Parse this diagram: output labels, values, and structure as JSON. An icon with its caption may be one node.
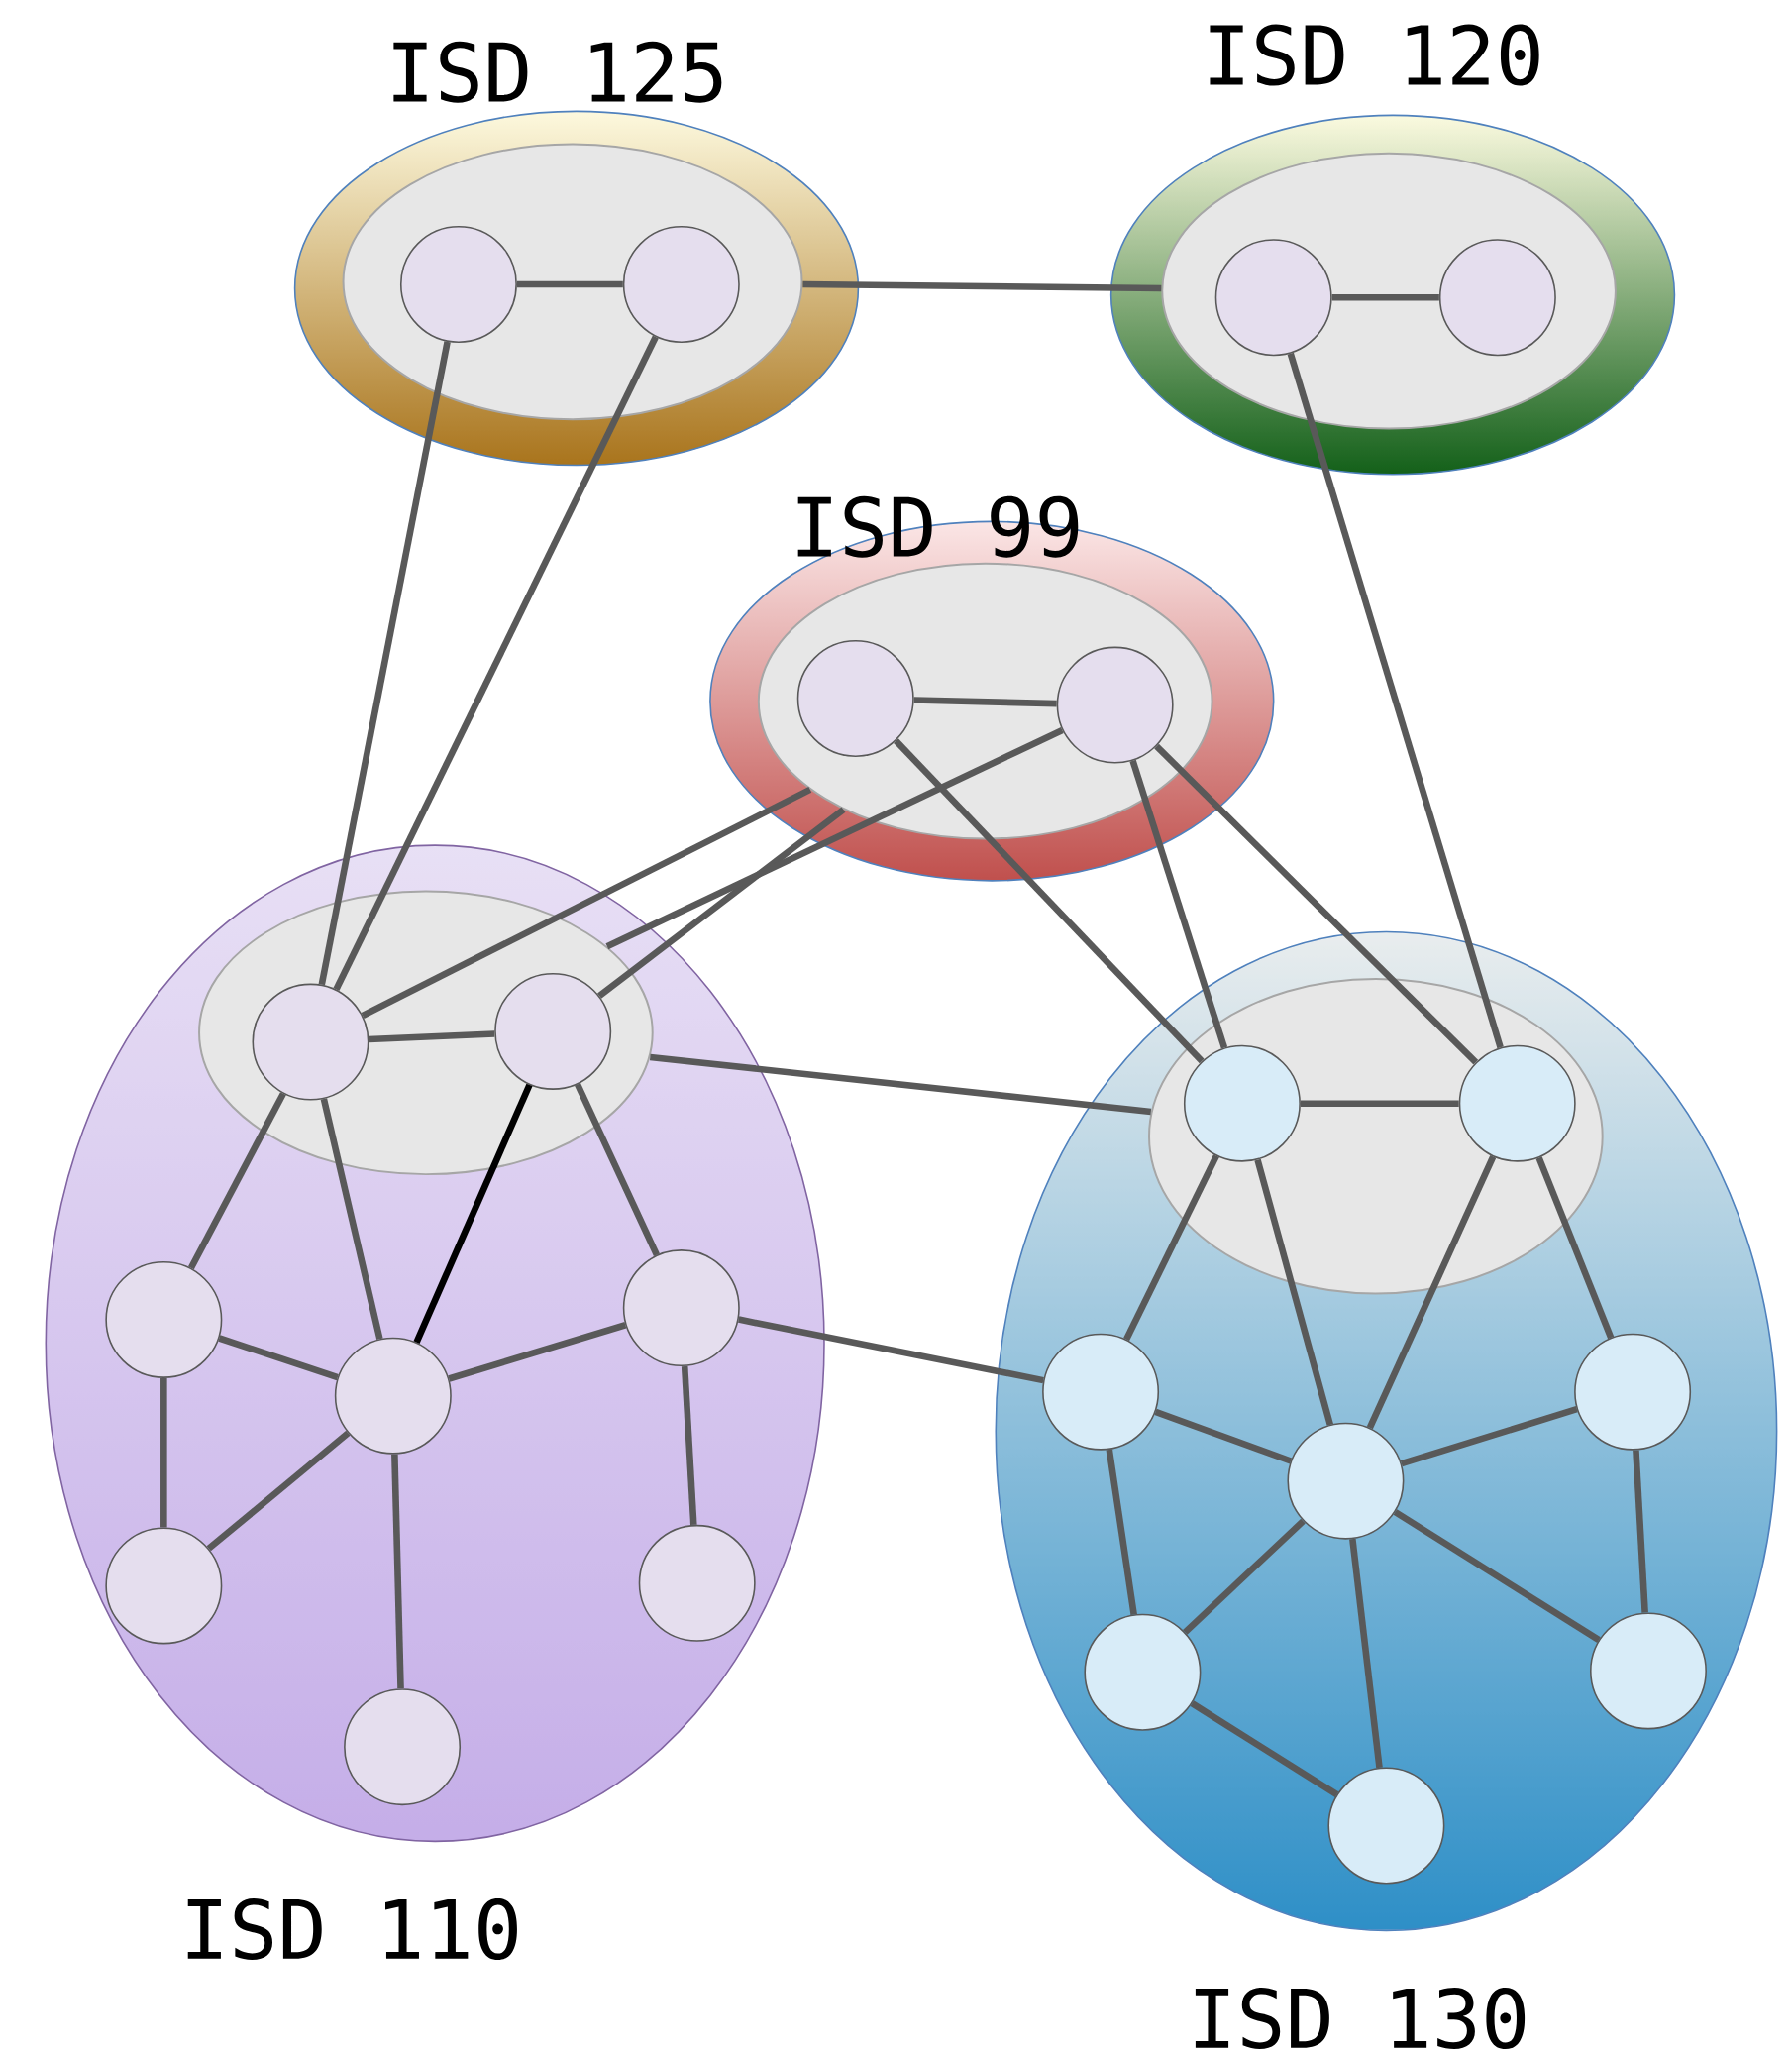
{
  "diagram": {
    "nodes": [
      {
        "text": [
          "ISD 125"
        ]
      },
      {
        "text": [],
        "shape": "ellipse",
        "in": 0
      },
      {
        "text": [],
        "shape": "circle",
        "in": 1
      },
      {
        "text": [],
        "shape": "circle",
        "in": 1
      },
      {
        "text": [
          "ISD 120"
        ]
      },
      {
        "text": [],
        "shape": "ellipse",
        "in": 4
      },
      {
        "text": [],
        "shape": "circle",
        "in": 5
      },
      {
        "text": [],
        "shape": "circle",
        "in": 5
      },
      {
        "text": [
          "ISD 99"
        ]
      },
      {
        "text": [],
        "shape": "ellipse",
        "in": 8
      },
      {
        "text": [],
        "shape": "circle",
        "in": 9
      },
      {
        "text": [],
        "shape": "circle",
        "in": 9
      },
      {
        "text": [
          "ISD 110"
        ]
      },
      {
        "text": [],
        "shape": "ellipse",
        "in": 12
      },
      {
        "text": [],
        "shape": "circle",
        "in": 13
      },
      {
        "text": [],
        "shape": "circle",
        "in": 13
      },
      {
        "text": [],
        "shape": "circle",
        "in": 12
      },
      {
        "text": [],
        "shape": "circle",
        "in": 12
      },
      {
        "text": [],
        "shape": "circle",
        "in": 12
      },
      {
        "text": [],
        "shape": "circle",
        "in": 12
      },
      {
        "text": [],
        "shape": "circle",
        "in": 12
      },
      {
        "text": [],
        "shape": "circle",
        "in": 12
      },
      {
        "text": [
          "ISD 130"
        ]
      },
      {
        "text": [],
        "shape": "ellipse",
        "in": 22
      },
      {
        "text": [],
        "shape": "circle",
        "in": 23
      },
      {
        "text": [],
        "shape": "circle",
        "in": 23
      },
      {
        "text": [],
        "shape": "circle",
        "in": 22
      },
      {
        "text": [],
        "shape": "circle",
        "in": 22
      },
      {
        "text": [],
        "shape": "circle",
        "in": 22
      },
      {
        "text": [],
        "shape": "circle",
        "in": 22
      },
      {
        "text": [],
        "shape": "circle",
        "in": 22
      },
      {
        "text": [],
        "shape": "circle",
        "in": 22
      }
    ],
    "edges": [
      {
        "from": 2,
        "to": 3,
        "arrow": "none"
      },
      {
        "from": 6,
        "to": 7,
        "arrow": "none"
      },
      {
        "from": 10,
        "to": 11,
        "arrow": "none"
      },
      {
        "from": 14,
        "to": 15,
        "arrow": "none"
      },
      {
        "from": 24,
        "to": 25,
        "arrow": "none"
      },
      {
        "from": 1,
        "to": 5,
        "arrow": "none"
      },
      {
        "from": 2,
        "to": 14,
        "arrow": "none"
      },
      {
        "from": 3,
        "to": 14,
        "arrow": "none"
      },
      {
        "from": 6,
        "to": 25,
        "arrow": "none"
      },
      {
        "from": 9,
        "to": 14,
        "arrow": "none"
      },
      {
        "from": 9,
        "to": 15,
        "arrow": "none"
      },
      {
        "from": 11,
        "to": 13,
        "arrow": "none"
      },
      {
        "from": 10,
        "to": 24,
        "arrow": "none"
      },
      {
        "from": 11,
        "to": 24,
        "arrow": "none"
      },
      {
        "from": 11,
        "to": 25,
        "arrow": "none"
      },
      {
        "from": 13,
        "to": 23,
        "arrow": "none"
      },
      {
        "from": 14,
        "to": 16,
        "arrow": "none"
      },
      {
        "from": 14,
        "to": 17,
        "arrow": "none"
      },
      {
        "from": 15,
        "to": 17,
        "arrow": "none",
        "color": "#000000"
      },
      {
        "from": 15,
        "to": 18,
        "arrow": "none"
      },
      {
        "from": 16,
        "to": 19,
        "arrow": "none"
      },
      {
        "from": 16,
        "to": 17,
        "arrow": "none"
      },
      {
        "from": 17,
        "to": 19,
        "arrow": "none"
      },
      {
        "from": 17,
        "to": 18,
        "arrow": "none"
      },
      {
        "from": 17,
        "to": 20,
        "arrow": "none"
      },
      {
        "from": 18,
        "to": 21,
        "arrow": "none"
      },
      {
        "from": 18,
        "to": 26,
        "arrow": "none"
      },
      {
        "from": 24,
        "to": 26,
        "arrow": "none"
      },
      {
        "from": 24,
        "to": 27,
        "arrow": "none"
      },
      {
        "from": 25,
        "to": 27,
        "arrow": "none"
      },
      {
        "from": 25,
        "to": 28,
        "arrow": "none"
      },
      {
        "from": 26,
        "to": 27,
        "arrow": "none"
      },
      {
        "from": 26,
        "to": 29,
        "arrow": "none"
      },
      {
        "from": 27,
        "to": 28,
        "arrow": "none"
      },
      {
        "from": 27,
        "to": 29,
        "arrow": "none"
      },
      {
        "from": 27,
        "to": 30,
        "arrow": "none"
      },
      {
        "from": 27,
        "to": 31,
        "arrow": "none"
      },
      {
        "from": 28,
        "to": 31,
        "arrow": "none"
      },
      {
        "from": 29,
        "to": 30,
        "arrow": "none"
      }
    ]
  }
}
